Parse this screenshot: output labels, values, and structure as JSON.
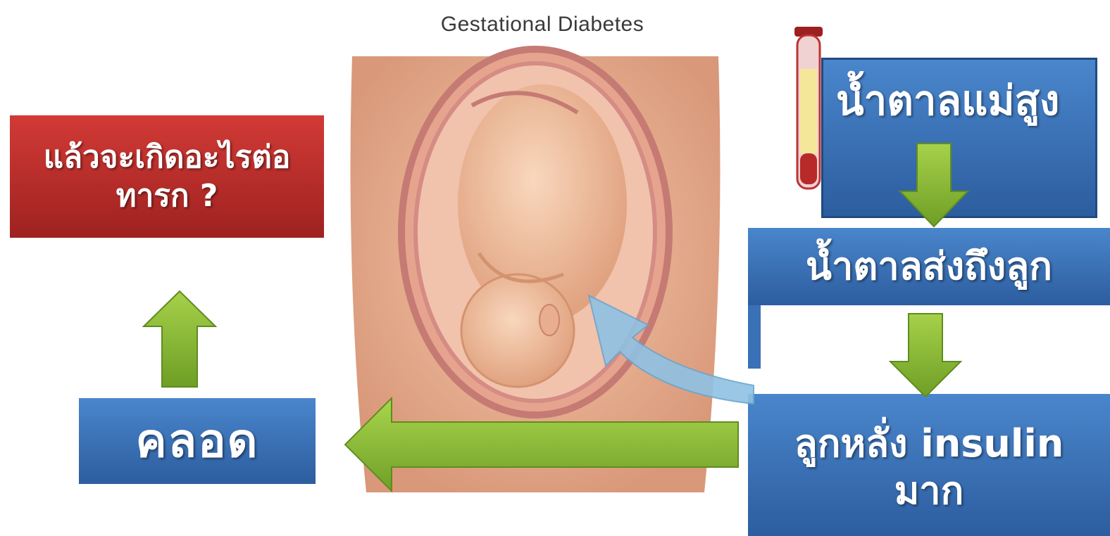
{
  "illustration": {
    "title": "Gestational Diabetes"
  },
  "boxes": {
    "question": "แล้วจะเกิดอะไรต่อทารก ?",
    "deliver": "คลอด",
    "mother_sugar": "น้ำตาลแม่สูง",
    "sugar_to_baby": "น้ำตาลส่งถึงลูก",
    "baby_insulin": "ลูกหลั่ง insulin มาก"
  },
  "colors": {
    "box_blue": "#3a70b6",
    "box_red": "#c0302d",
    "arrow_green": "#8fbf3a",
    "arrow_lightblue": "#8fc1e3"
  }
}
